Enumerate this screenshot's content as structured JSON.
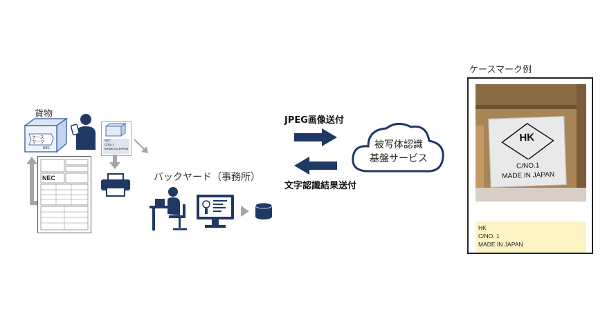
{
  "labels": {
    "cargo": "貨物",
    "backyard": "バックヤード（事務所）",
    "jpeg_send": "JPEG画像送付",
    "result_send": "文字認識結果送付",
    "service_line1": "被写体認識",
    "service_line2": "基盤サービス",
    "case_mark_example": "ケースマーク例"
  },
  "cargo_box_text": [
    "ケース",
    "マーク",
    "NEC"
  ],
  "doc_logo": "NEC",
  "label_card": [
    "NEC",
    "C/No.1",
    "MADE IN JAPAN"
  ],
  "case_mark_photo": {
    "mark": "HK",
    "line2": "C/NO.1",
    "line3": "MADE IN JAPAN"
  },
  "recognition_result": [
    "HK",
    "C/NO. 1",
    "MADE IN JAPAN"
  ],
  "colors": {
    "navy": "#1f3864",
    "gray_arrow": "#a6a6a6",
    "result_bg": "#fbf3c4"
  }
}
